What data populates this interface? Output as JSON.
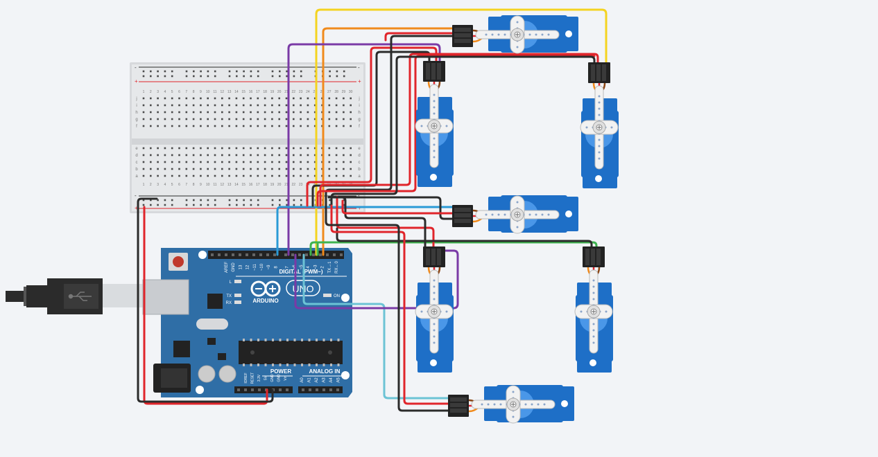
{
  "colors": {
    "background": "#f2f4f7",
    "board": "#2f6ea6",
    "board_dark": "#1d4e7d",
    "servo_body": "#1e6fc7",
    "servo_light": "#4a97e8",
    "wire_red": "#e0252b",
    "wire_black": "#2b2b2b",
    "wire_yellow": "#f4d320",
    "wire_orange": "#f08a1c",
    "wire_purple": "#7a3aa6",
    "wire_green": "#3fb34f",
    "wire_blue": "#2a9ad6",
    "wire_cyan": "#6cc3d5"
  },
  "arduino": {
    "brand": "ARDUINO",
    "model": "UNO",
    "digital_header": "DIGITAL (PWM~)",
    "power_header": "POWER",
    "analog_header": "ANALOG IN",
    "on_label": "ON",
    "led_labels": [
      "L",
      "TX",
      "RX"
    ],
    "digital_pins": [
      "AREF",
      "GND",
      "13",
      "12",
      "~11",
      "~10",
      "~9",
      "8",
      "7",
      "~6",
      "~5",
      "4",
      "~3",
      "2",
      "TX→1",
      "RX←0"
    ],
    "power_pins": [
      "IOREF",
      "RESET",
      "3.3V",
      "5V",
      "GND",
      "GND",
      "Vin"
    ],
    "analog_pins": [
      "A0",
      "A1",
      "A2",
      "A3",
      "A4",
      "A5"
    ]
  },
  "breadboard": {
    "column_numbers": [
      "1",
      "2",
      "3",
      "4",
      "5",
      "6",
      "7",
      "8",
      "9",
      "10",
      "11",
      "12",
      "13",
      "14",
      "15",
      "16",
      "17",
      "18",
      "19",
      "20",
      "21",
      "22",
      "23",
      "24",
      "25",
      "26",
      "27",
      "28",
      "29",
      "30"
    ],
    "row_letters_top": [
      "j",
      "i",
      "h",
      "g",
      "f"
    ],
    "row_letters_bottom": [
      "e",
      "d",
      "c",
      "b",
      "a"
    ],
    "rail_minus": "-",
    "rail_plus": "+"
  },
  "servos": [
    {
      "id": "servo-1"
    },
    {
      "id": "servo-2"
    },
    {
      "id": "servo-3"
    },
    {
      "id": "servo-4"
    },
    {
      "id": "servo-5"
    },
    {
      "id": "servo-6"
    },
    {
      "id": "servo-7"
    },
    {
      "id": "servo-8"
    }
  ]
}
